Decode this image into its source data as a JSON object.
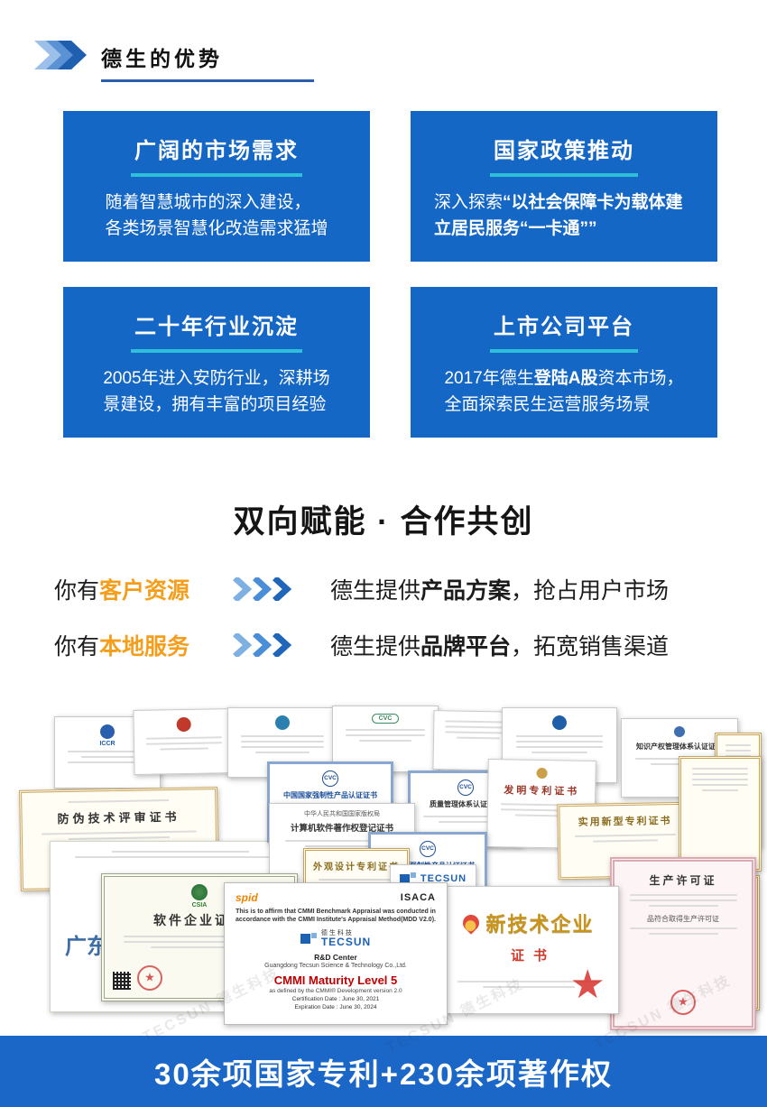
{
  "header": {
    "title": "德生的优势"
  },
  "cards": [
    {
      "title": "广阔的市场需求",
      "pre": "随着智慧城市的深入建设，\n各类场景智慧化改造需求猛增",
      "bold": "",
      "post": ""
    },
    {
      "title": "国家政策推动",
      "pre": "深入探索",
      "bold": "“以社会保障卡为载体建立居民服务“一卡通””",
      "post": ""
    },
    {
      "title": "二十年行业沉淀",
      "pre": "2005年进入安防行业，深耕场\n景建设，拥有丰富的项目经验",
      "bold": "",
      "post": ""
    },
    {
      "title": "上市公司平台",
      "pre": "2017年德生",
      "bold": "登陆A股",
      "post": "资本市场，\n全面探索民生运营服务场景"
    }
  ],
  "cocreate": {
    "title": "双向赋能 · 合作共创",
    "rows": [
      {
        "prefix": "你有",
        "highlight": "客户资源",
        "right_pre": "德生提供",
        "right_bold": "产品方案",
        "right_post": "，抢占用户市场"
      },
      {
        "prefix": "你有",
        "highlight": "本地服务",
        "right_pre": "德生提供",
        "right_bold": "品牌平台",
        "right_post": "，拓宽销售渠道"
      }
    ]
  },
  "certificates": {
    "iccr": "ICCR",
    "cvc": "CVC",
    "csia": "CSIA",
    "ipms": "知识产权管理体系认证证书",
    "fangwei": "防伪技术评审证书",
    "guangdong": "广东",
    "copyright_office": "中华人民共和国国家版权局",
    "software_copyright": "计算机软件著作权登记证书",
    "ccc": "中国国家强制性产品认证证书",
    "quality": "质量管理体系认证证书",
    "invention": "发明专利证书",
    "design": "外观设计专利证书",
    "utility": "实用新型专利证书",
    "software_enterprise": "软件企业证书",
    "hitech_title": "新技术企业",
    "hitech_sub": "证书",
    "license_title": "生产许可证",
    "license_line": "品符合取得生产许可证",
    "tecsun_cn": "德生科技",
    "tecsun_en": "TECSUN",
    "watermark": "TECSUN 德生科技",
    "cmmi": {
      "logo_left": "spid",
      "logo_right": "ISACA",
      "statement": "This is to affirm that CMMI Benchmark Appraisal was conducted in accordance with the CMMI Institute's Appraisal Method(MDD V2.0).",
      "company_cn": "德生科技",
      "company_logo_en": "TECSUN",
      "dept": "R&D Center",
      "company_en": "Guangdong Tecsun Science & Technology Co.,Ltd.",
      "level": "CMMI Maturity Level 5",
      "level_sub": "as defined by the CMMI® Development version 2.0",
      "cert_date": "Certification Date : June 30, 2021",
      "exp_date": "Expiration Date : June 30, 2024"
    }
  },
  "footer": {
    "text": "30余项国家专利+230余项著作权"
  },
  "colors": {
    "card_blue": "#1567c6",
    "teal": "#2ec0d8",
    "orange": "#f59e1c",
    "banner_blue": "#1b67c8",
    "arrow_blue": "#2e7bd0"
  }
}
